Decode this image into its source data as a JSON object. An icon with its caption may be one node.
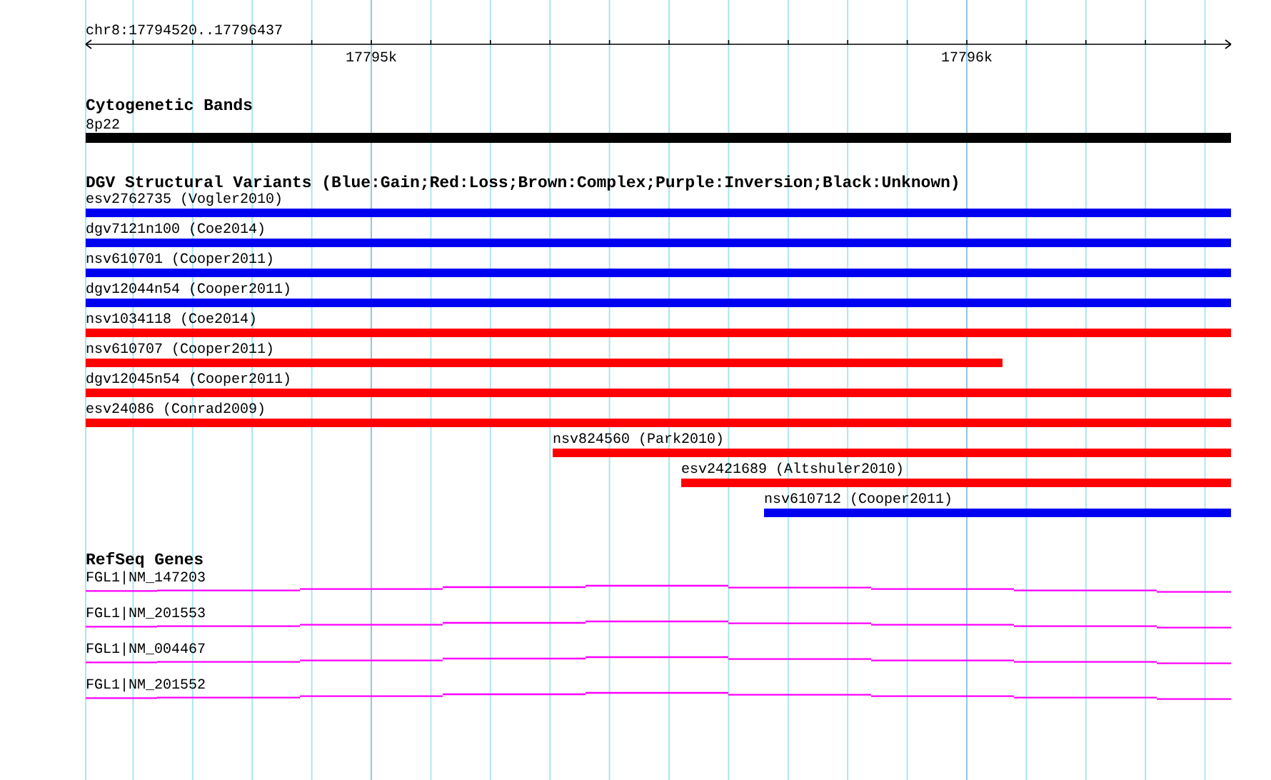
{
  "diagram": {
    "nodes": [
      {
        "text": [
          "8p22"
        ]
      },
      {
        "text": [
          "esv2762735 (Vogler2010)"
        ]
      },
      {
        "text": [
          "dgv7121n100 (Coe2014)"
        ]
      },
      {
        "text": [
          "nsv610701 (Cooper2011)"
        ]
      },
      {
        "text": [
          "dgv12044n54 (Cooper2011)"
        ]
      },
      {
        "text": [
          "nsv1034118 (Coe2014)"
        ]
      },
      {
        "text": [
          "nsv610707 (Cooper2011)"
        ]
      },
      {
        "text": [
          "dgv12045n54 (Cooper2011)"
        ]
      },
      {
        "text": [
          "esv24086 (Conrad2009)"
        ]
      },
      {
        "text": [
          "nsv824560 (Park2010)"
        ]
      },
      {
        "text": [
          "esv2421689 (Altshuler2010)"
        ]
      },
      {
        "text": [
          "nsv610712 (Cooper2011)"
        ]
      },
      {
        "text": [
          "FGL1|NM_147203"
        ]
      },
      {
        "text": [
          "FGL1|NM_201553"
        ]
      },
      {
        "text": [
          "FGL1|NM_004467"
        ]
      },
      {
        "text": [
          "FGL1|NM_201552"
        ]
      }
    ],
    "labels": [
      "chr8:17794520..17796437",
      "17795k",
      "17796k",
      "Cytogenetic Bands",
      "DGV Structural Variants (Blue:Gain;Red:Loss;Brown:Complex;Purple:Inversion;Black:Unknown)",
      "RefSeq Genes"
    ]
  }
}
